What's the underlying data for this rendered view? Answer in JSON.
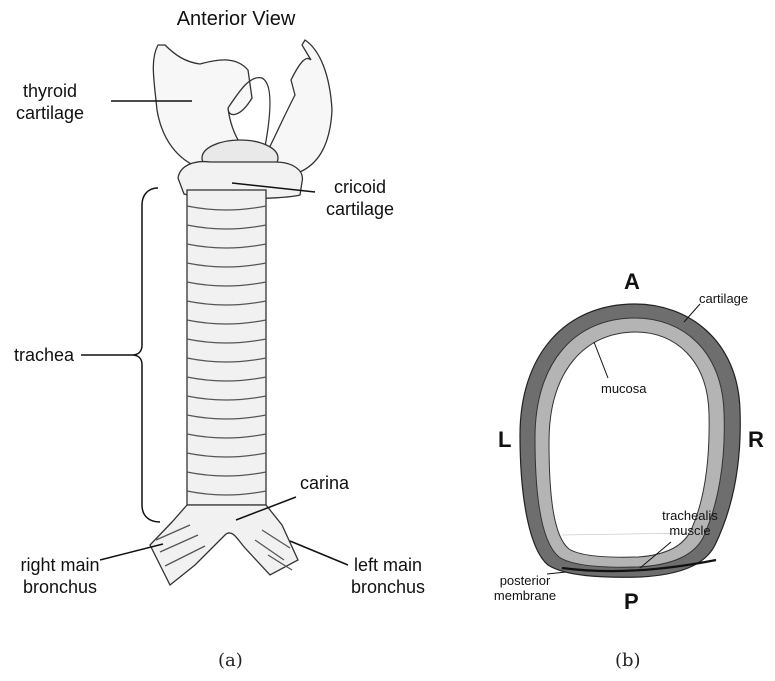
{
  "panel_a": {
    "title": "Anterior View",
    "labels": {
      "thyroid": "thyroid\ncartilage",
      "cricoid": "cricoid\ncartilage",
      "trachea": "trachea",
      "carina": "carina",
      "right_bronchus": "right main\nbronchus",
      "left_bronchus": "left main\nbronchus"
    },
    "caption": "(a)"
  },
  "panel_b": {
    "orientation": {
      "anterior": "A",
      "left": "L",
      "right": "R",
      "posterior": "P"
    },
    "labels": {
      "cartilage": "cartilage",
      "mucosa": "mucosa",
      "trachealis": "trachealis\nmuscle",
      "posterior_membrane": "posterior\nmembrane"
    },
    "caption": "(b)"
  },
  "colors": {
    "cartilage": "#6e6e6e",
    "mucosa": "#b4b4b4",
    "ink": "#111111"
  }
}
